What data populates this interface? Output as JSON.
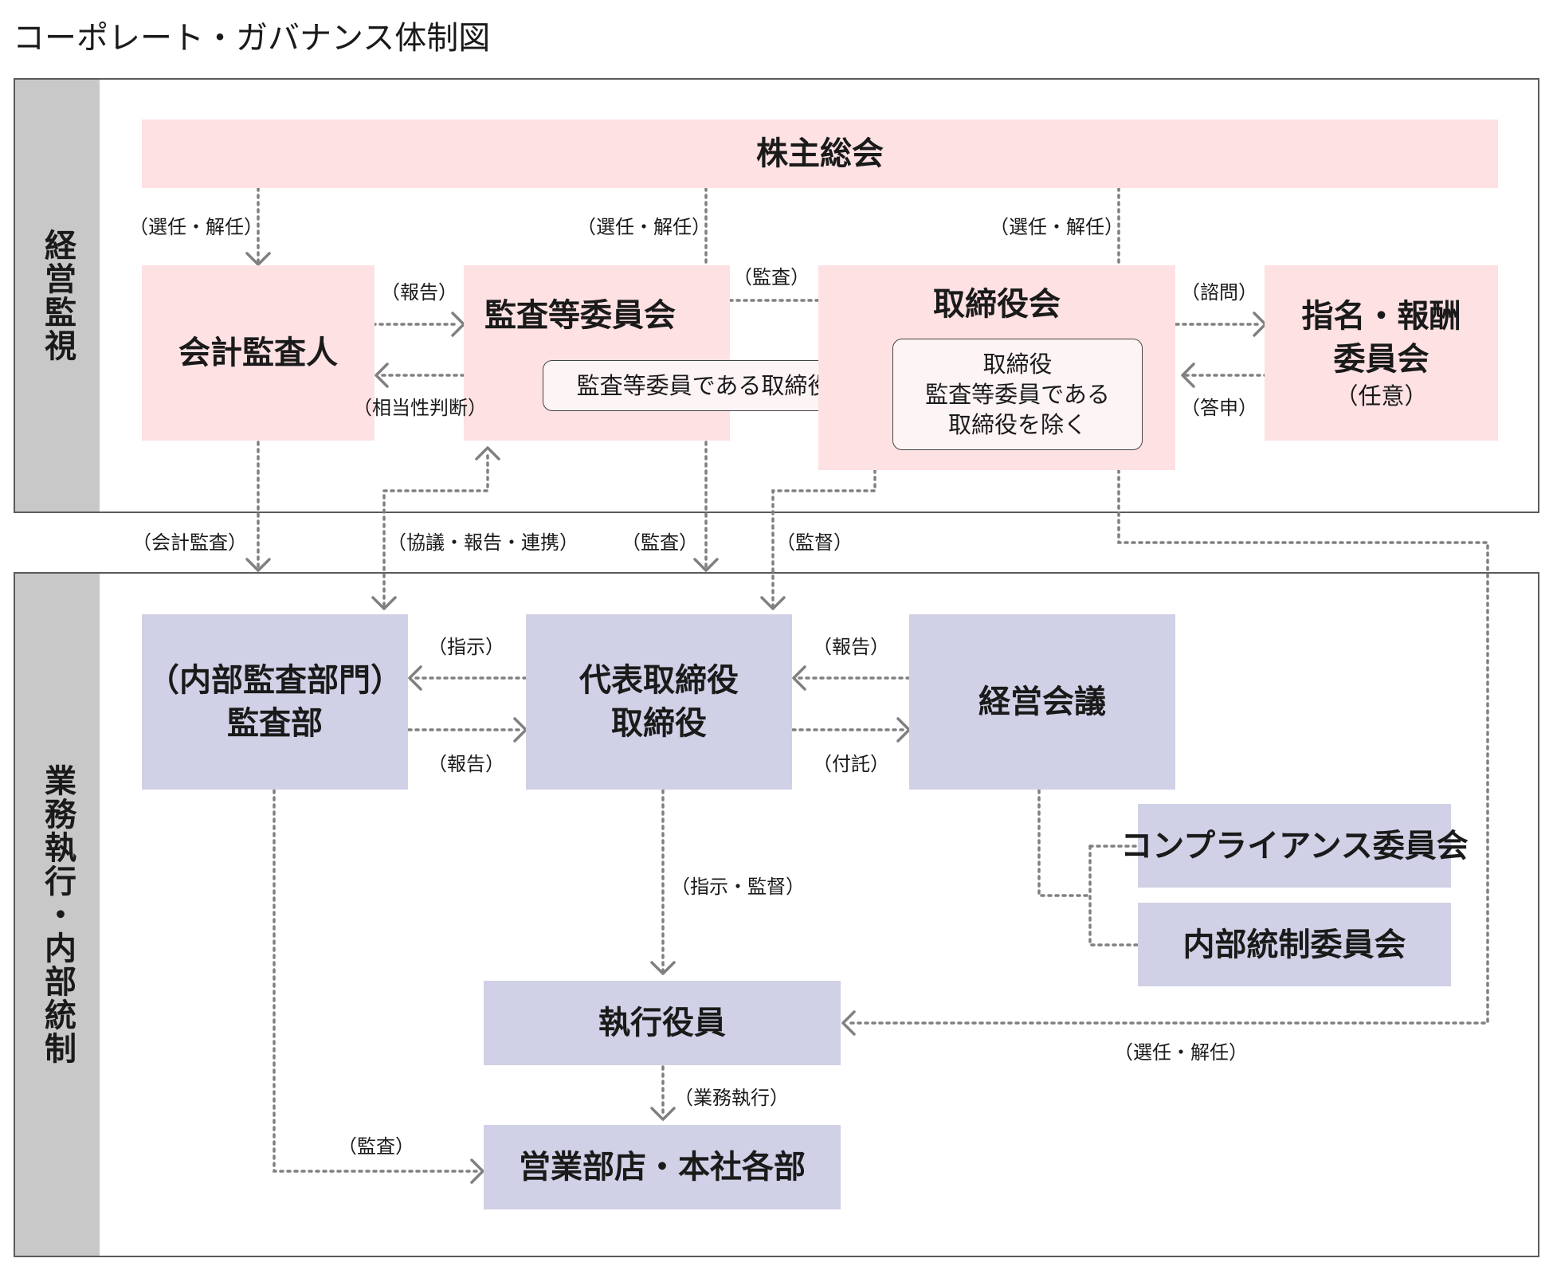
{
  "title": "コーポレート・ガバナンス体制図",
  "colors": {
    "governance_box": "#fde1e3",
    "execution_box": "#d0d1e6",
    "sidebar": "#c8c8c8",
    "connector": "#808080"
  },
  "sections": {
    "oversight": "経営監視",
    "execution": "業務執行・内部統制"
  },
  "nodes": {
    "shareholders": "株主総会",
    "auditor": "会計監査人",
    "audit_committee": "監査等委員会",
    "audit_committee_directors": "監査等委員である取締役",
    "board": "取締役会",
    "board_inner_title": "取締役",
    "board_inner_line1": "監査等委員である",
    "board_inner_line2": "取締役を除く",
    "nomination_line1": "指名・報酬",
    "nomination_line2": "委員会",
    "nomination_note": "（任意）",
    "internal_audit_line1": "（内部監査部門）",
    "internal_audit_line2": "監査部",
    "rep_line1": "代表取締役",
    "rep_line2": "取締役",
    "mgmt_meeting": "経営会議",
    "compliance": "コンプライアンス委員会",
    "internal_control": "内部統制委員会",
    "officers": "執行役員",
    "branches": "営業部店・本社各部"
  },
  "labels": {
    "elect1": "（選任・解任）",
    "elect2": "（選任・解任）",
    "elect3": "（選任・解任）",
    "report_auditor": "（報告）",
    "appropriateness": "（相当性判断）",
    "audit_board": "（監査）",
    "consult": "（諮問）",
    "reply": "（答申）",
    "accounting_audit": "（会計監査）",
    "cooperation": "（協議・報告・連携）",
    "audit_rep": "（監査）",
    "supervise_rep": "（監督）",
    "instruct": "（指示）",
    "report_ia": "（報告）",
    "report_mgmt": "（報告）",
    "entrust": "（付託）",
    "instruct_supervise": "（指示・監督）",
    "elect_officers": "（選任・解任）",
    "business_exec": "（業務執行）",
    "audit_branches": "（監査）"
  }
}
